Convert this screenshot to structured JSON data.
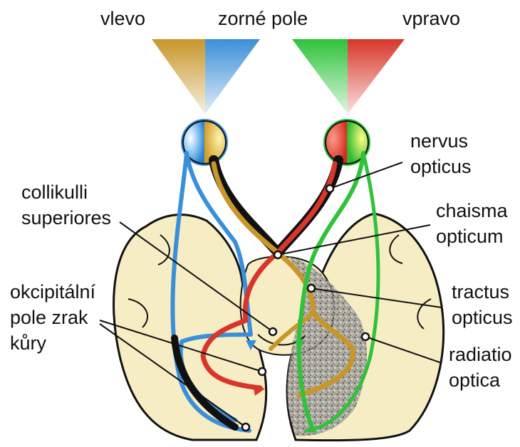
{
  "top": {
    "left_label": "vlevo",
    "center_label": "zorné pole",
    "right_label": "vpravo"
  },
  "labels": {
    "nervus_opticus": [
      "nervus",
      "opticus"
    ],
    "collikulli_superiores": [
      "collikulli",
      "superiores"
    ],
    "chaisma_opticum": [
      "chaisma",
      "opticum"
    ],
    "okcipitalni_pole": [
      "okcipitální",
      "pole zrak",
      "kůry"
    ],
    "tractus_opticus": [
      "tractus",
      "opticus"
    ],
    "radiatio_optica": [
      "radiatio",
      "optica"
    ]
  },
  "colors": {
    "left_visual_field_outer": "#c8962a",
    "left_visual_field_inner": "#3a8fd8",
    "right_visual_field_inner": "#2fc23a",
    "right_visual_field_outer": "#d8362a",
    "brain_fill": "#f6edc4",
    "outline": "#111111"
  }
}
